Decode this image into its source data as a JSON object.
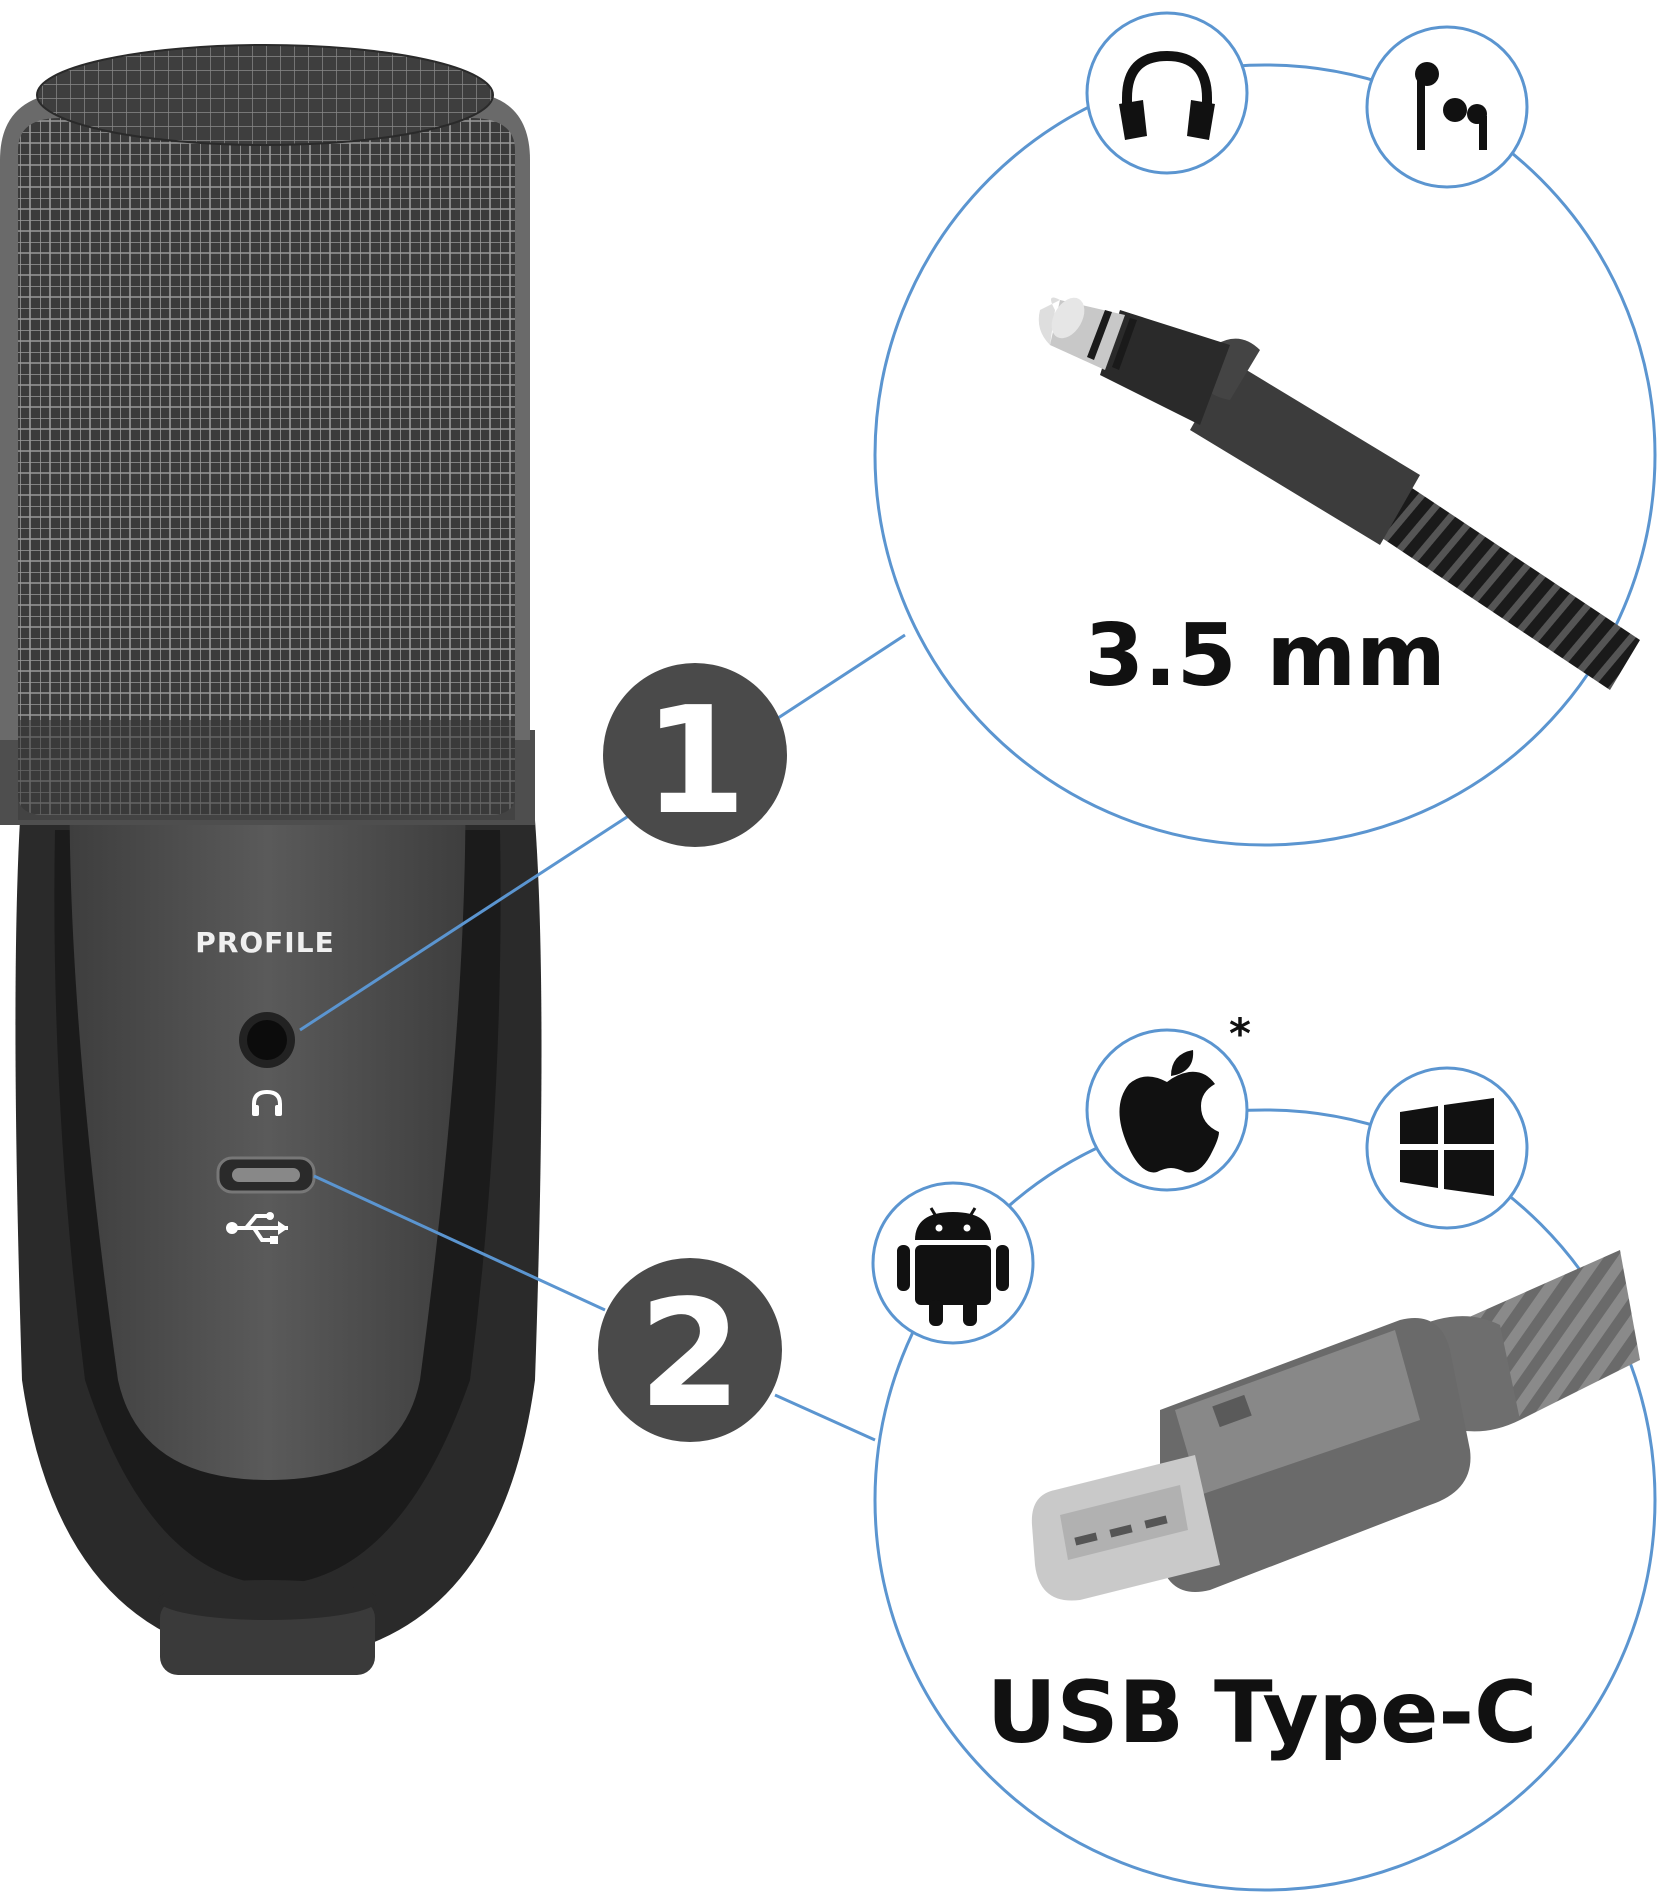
{
  "device": {
    "name_label": "PROFILE",
    "headphone_symbol": "headphones-icon",
    "usb_symbol": "usb-icon"
  },
  "callouts": [
    {
      "number": "1",
      "connector_label": "3.5 mm",
      "connector_icon": "jack-3-5mm-plug",
      "compatible_icons": [
        "headphones-icon",
        "earbuds-icon"
      ]
    },
    {
      "number": "2",
      "connector_label": "USB Type-C",
      "connector_icon": "usb-c-plug",
      "compatible_icons": [
        "android-icon",
        "apple-icon",
        "windows-icon"
      ],
      "footnote_mark": "*"
    }
  ],
  "colors": {
    "accent_line": "#5b95d0",
    "badge_fill": "#4a4a4a",
    "mic_body": "#555555",
    "mic_dark": "#1e1e1e",
    "grille": "#3a3a3a"
  }
}
